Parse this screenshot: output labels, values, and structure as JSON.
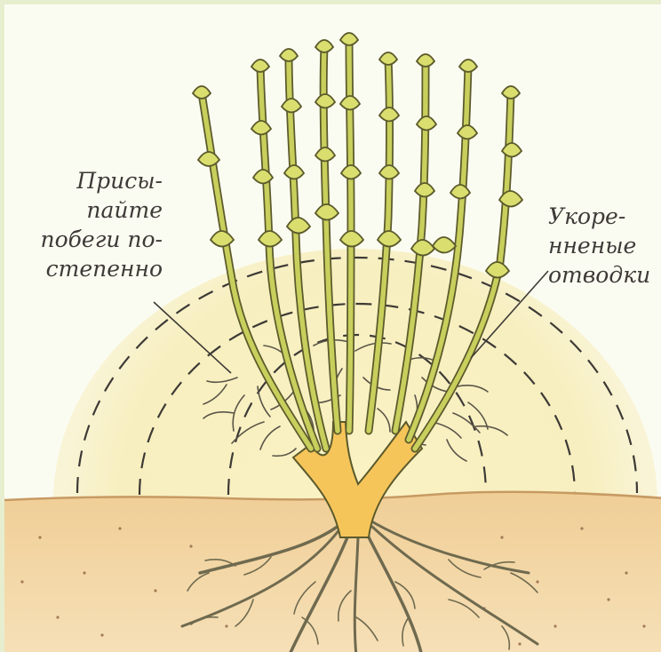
{
  "labels": {
    "left_caption": [
      "Присы-",
      "пайте",
      "побеги по-",
      "степенно"
    ],
    "right_caption": [
      "Укоре-",
      "нненые",
      "отводки"
    ]
  },
  "colors": {
    "background": "#fbfcf1",
    "glow": "#f7efbf",
    "soil": "#f3d9a9",
    "soil_edge": "#c79a63",
    "shoot": "#c8cf5c",
    "shoot_outline": "#5b5a2c",
    "base": "#f6c55a",
    "roots": "#6f6a4f",
    "text": "#3e3a38"
  }
}
